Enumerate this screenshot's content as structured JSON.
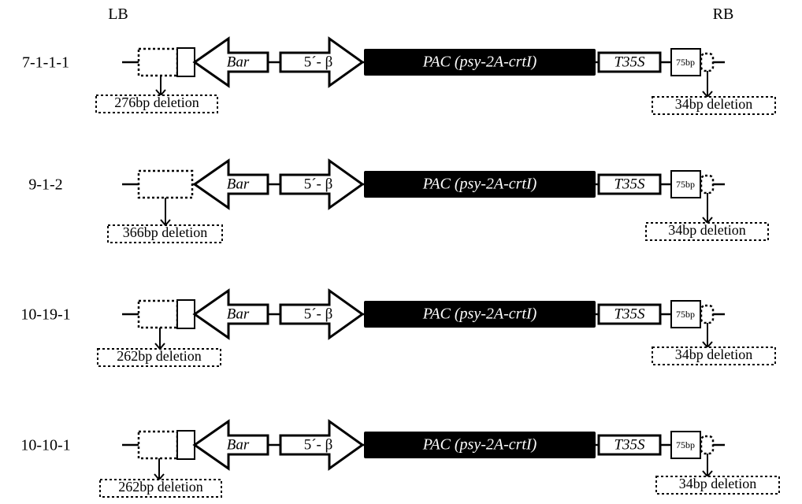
{
  "borders": {
    "left": "LB",
    "right": "RB"
  },
  "elements": {
    "bar": "Bar",
    "promoter": "5´- β",
    "pac": "PAC (psy-2A-crtI)",
    "terminator": "T35S",
    "spacer": "75bp"
  },
  "events": [
    {
      "id": "7-1-1-1",
      "left_box": true,
      "left_deletion": "276bp deletion",
      "right_deletion": "34bp deletion"
    },
    {
      "id": "9-1-2",
      "left_box": false,
      "left_deletion": "366bp deletion",
      "right_deletion": "34bp deletion"
    },
    {
      "id": "10-19-1",
      "left_box": true,
      "left_deletion": "262bp deletion",
      "right_deletion": "34bp deletion"
    },
    {
      "id": "10-10-1",
      "left_box": true,
      "left_deletion": "262bp deletion",
      "right_deletion": "34bp deletion"
    }
  ],
  "colors": {
    "ink": "#000000",
    "paper": "#ffffff"
  }
}
